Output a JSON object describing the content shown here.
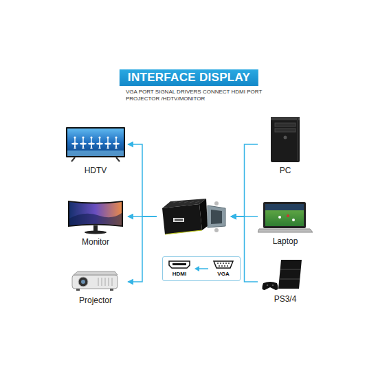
{
  "diagram": {
    "title": "INTERFACE DISPLAY",
    "nodes": [
      {
        "text": [
          "HDTV"
        ]
      },
      {
        "text": [
          "PC"
        ]
      },
      {
        "text": [
          "Monitor"
        ]
      },
      {
        "text": []
      },
      {
        "text": [
          "Laptop"
        ]
      },
      {
        "text": [
          "HDMI",
          "VGA"
        ]
      },
      {
        "text": [
          "Projector"
        ]
      },
      {
        "text": [
          "PS3/4"
        ]
      }
    ],
    "edges": [
      {
        "from": 1,
        "to": 3,
        "arrow": "to"
      },
      {
        "from": 4,
        "to": 3,
        "arrow": "to"
      },
      {
        "from": 7,
        "to": 3,
        "arrow": "to"
      },
      {
        "from": 3,
        "to": 0,
        "arrow": "to"
      },
      {
        "from": 3,
        "to": 2,
        "arrow": "to"
      },
      {
        "from": 3,
        "to": 6,
        "arrow": "to"
      }
    ],
    "labels": [
      "VGA PORT SIGNAL DRIVERS CONNECT HDMI PORT PROJECTOR /HDTV/MONITOR"
    ]
  }
}
